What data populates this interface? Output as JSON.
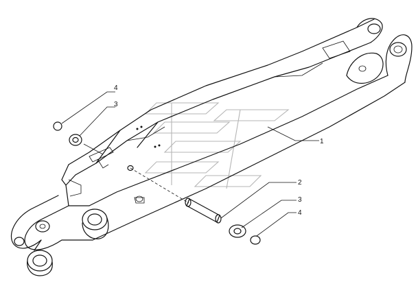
{
  "callouts": {
    "part_1": "1",
    "part_2": "2",
    "part_3_left": "3",
    "part_4_left": "4",
    "part_3_right": "3",
    "part_4_right": "4"
  },
  "colors": {
    "line": "#111111",
    "watermark": "#b5b5b5",
    "background": "#ffffff"
  }
}
